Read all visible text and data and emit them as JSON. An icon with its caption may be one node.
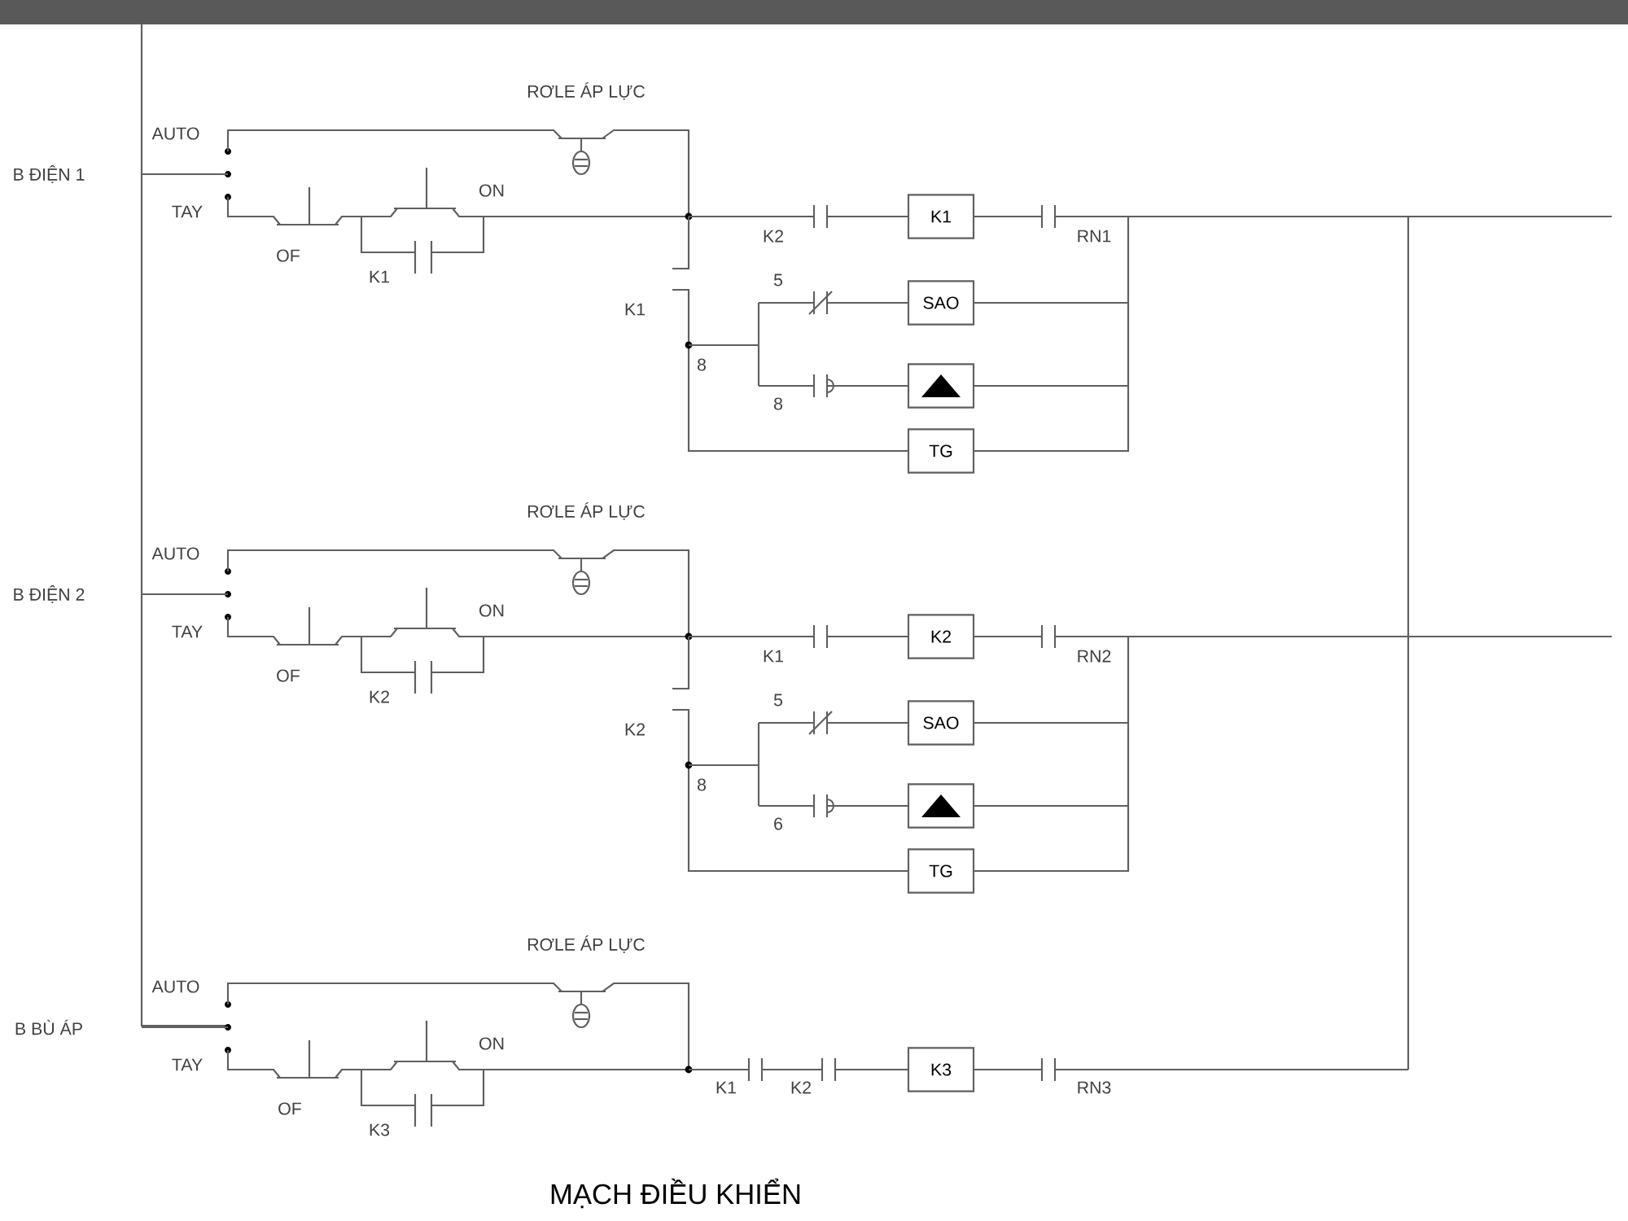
{
  "diagram": {
    "caption": "MẠCH ĐIỀU KHIỂN",
    "nodes": [
      {
        "text": [
          "K1"
        ]
      },
      {
        "text": [
          "SAO"
        ]
      },
      {
        "text": [],
        "shape": "box"
      },
      {
        "text": [
          "TG"
        ]
      },
      {
        "text": [
          "K2"
        ]
      },
      {
        "text": [
          "SAO"
        ]
      },
      {
        "text": [],
        "shape": "box"
      },
      {
        "text": [
          "TG"
        ]
      },
      {
        "text": [
          "K3"
        ]
      }
    ],
    "labels": [
      "RƠLE ÁP LỰC",
      "AUTO",
      "B ĐIỆN 1",
      "TAY",
      "ON",
      "OF",
      "K1",
      "K2",
      "RN1",
      "K1",
      "5",
      "8",
      "8",
      "RƠLE ÁP LỰC",
      "AUTO",
      "B ĐIỆN 2",
      "TAY",
      "ON",
      "OF",
      "K2",
      "K1",
      "RN2",
      "K2",
      "5",
      "8",
      "6",
      "RƠLE ÁP LỰC",
      "AUTO",
      "B BÙ ÁP",
      "TAY",
      "ON",
      "OF",
      "K3",
      "K1",
      "K2",
      "RN3"
    ]
  }
}
